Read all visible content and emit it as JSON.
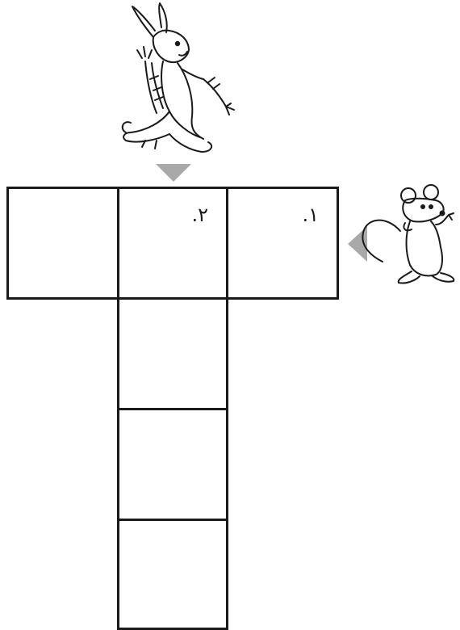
{
  "puzzle": {
    "clue_1_number": ".۱",
    "clue_2_number": ".۲"
  },
  "illustrations": {
    "top": "rabbit-holding-carrots",
    "right": "mouse"
  },
  "colors": {
    "grid_border": "#1a1a1a",
    "arrow": "#a9a9a9"
  }
}
